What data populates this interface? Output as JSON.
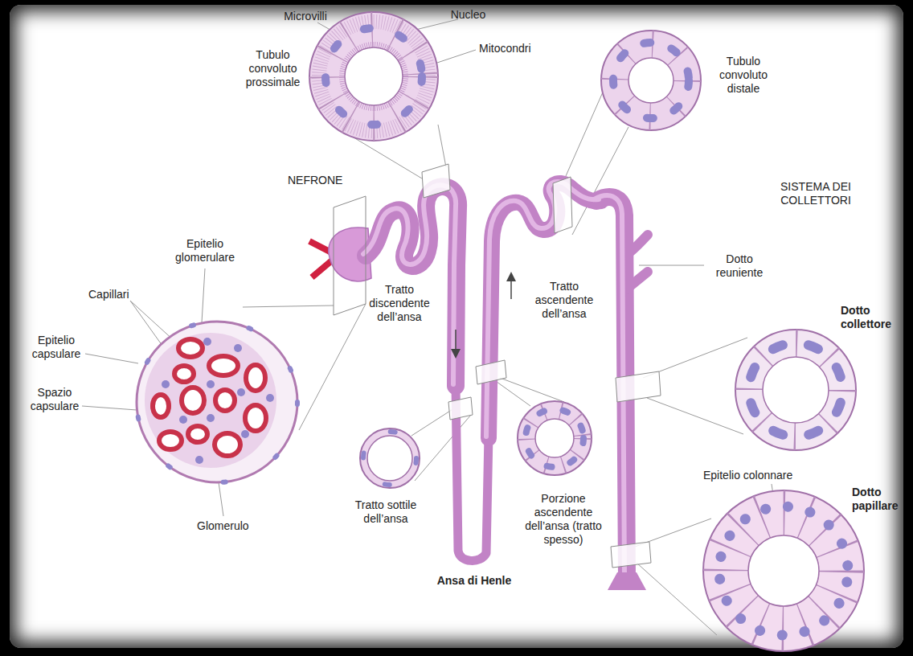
{
  "diagram": {
    "labels": [
      "Microvilli",
      "Nucleo",
      "Mitocondri",
      "Tubulo convoluto prossimale",
      "Tubulo convoluto distale",
      "NEFRONE",
      "SISTEMA DEI COLLETTORI",
      "Epitelio glomerulare",
      "Capillari",
      "Dotto reuniente",
      "Tratto discendente dell’ansa",
      "Tratto ascendente dell’ansa",
      "Dotto collettore",
      "Epitelio capsulare",
      "Spazio capsulare",
      "Glomerulo",
      "Epitelio colonnare",
      "Dotto papillare",
      "Tratto sottile dell’ansa",
      "Porzione ascendente dell’ansa (tratto spesso)",
      "Ansa di Henle"
    ]
  }
}
